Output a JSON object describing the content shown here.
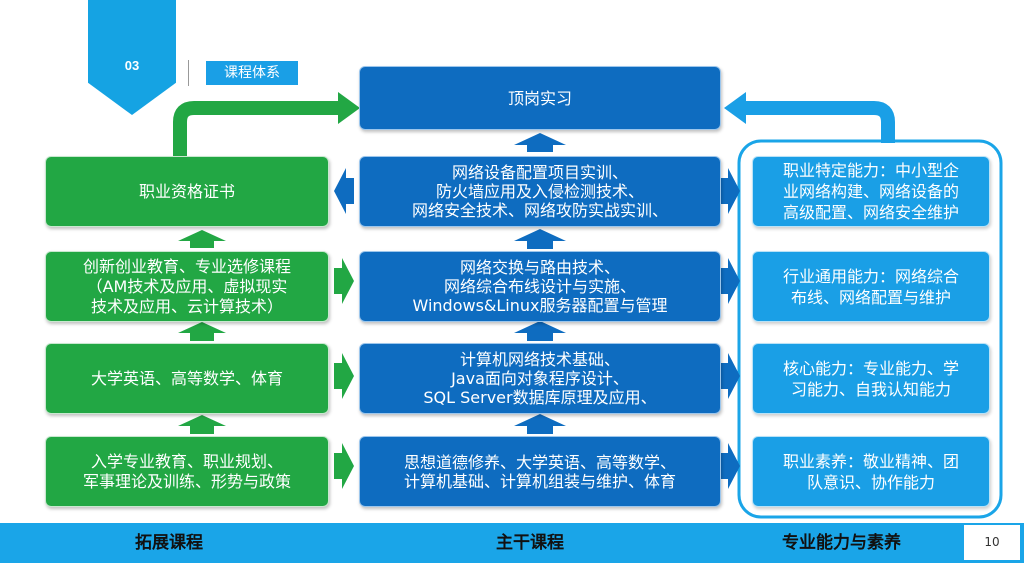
{
  "header": {
    "section_number": "03",
    "section_title": "课程体系"
  },
  "top": {
    "internship": "顶岗实习"
  },
  "extension_courses": [
    "职业资格证书",
    "创新创业教育、专业选修课程\n（AM技术及应用、虚拟现实\n技术及应用、云计算技术）",
    "大学英语、高等数学、体育",
    "入学专业教育、职业规划、\n军事理论及训练、形势与政策"
  ],
  "main_courses": [
    "网络设备配置项目实训、\n防火墙应用及入侵检测技术、\n网络安全技术、网络攻防实战实训、",
    "网络交换与路由技术、\n网络综合布线设计与实施、\nWindows&Linux服务器配置与管理",
    "计算机网络技术基础、\nJava面向对象程序设计、\nSQL Server数据库原理及应用、",
    "思想道德修养、大学英语、高等数学、\n计算机基础、计算机组装与维护、体育"
  ],
  "abilities": [
    "职业特定能力：中小型企\n业网络构建、网络设备的\n高级配置、网络安全维护",
    "行业通用能力：网络综合\n布线、网络配置与维护",
    "核心能力：专业能力、学\n习能力、自我认知能力",
    "职业素养：敬业精神、团\n队意识、协作能力"
  ],
  "footer": {
    "left_label": "拓展课程",
    "center_label": "主干课程",
    "right_label": "专业能力与素养",
    "page_number": "10"
  },
  "colors": {
    "green": "#22a744",
    "dark_blue": "#0e6cc0",
    "light_blue": "#1a9fe6",
    "footer_blue": "#1aa5e8"
  }
}
